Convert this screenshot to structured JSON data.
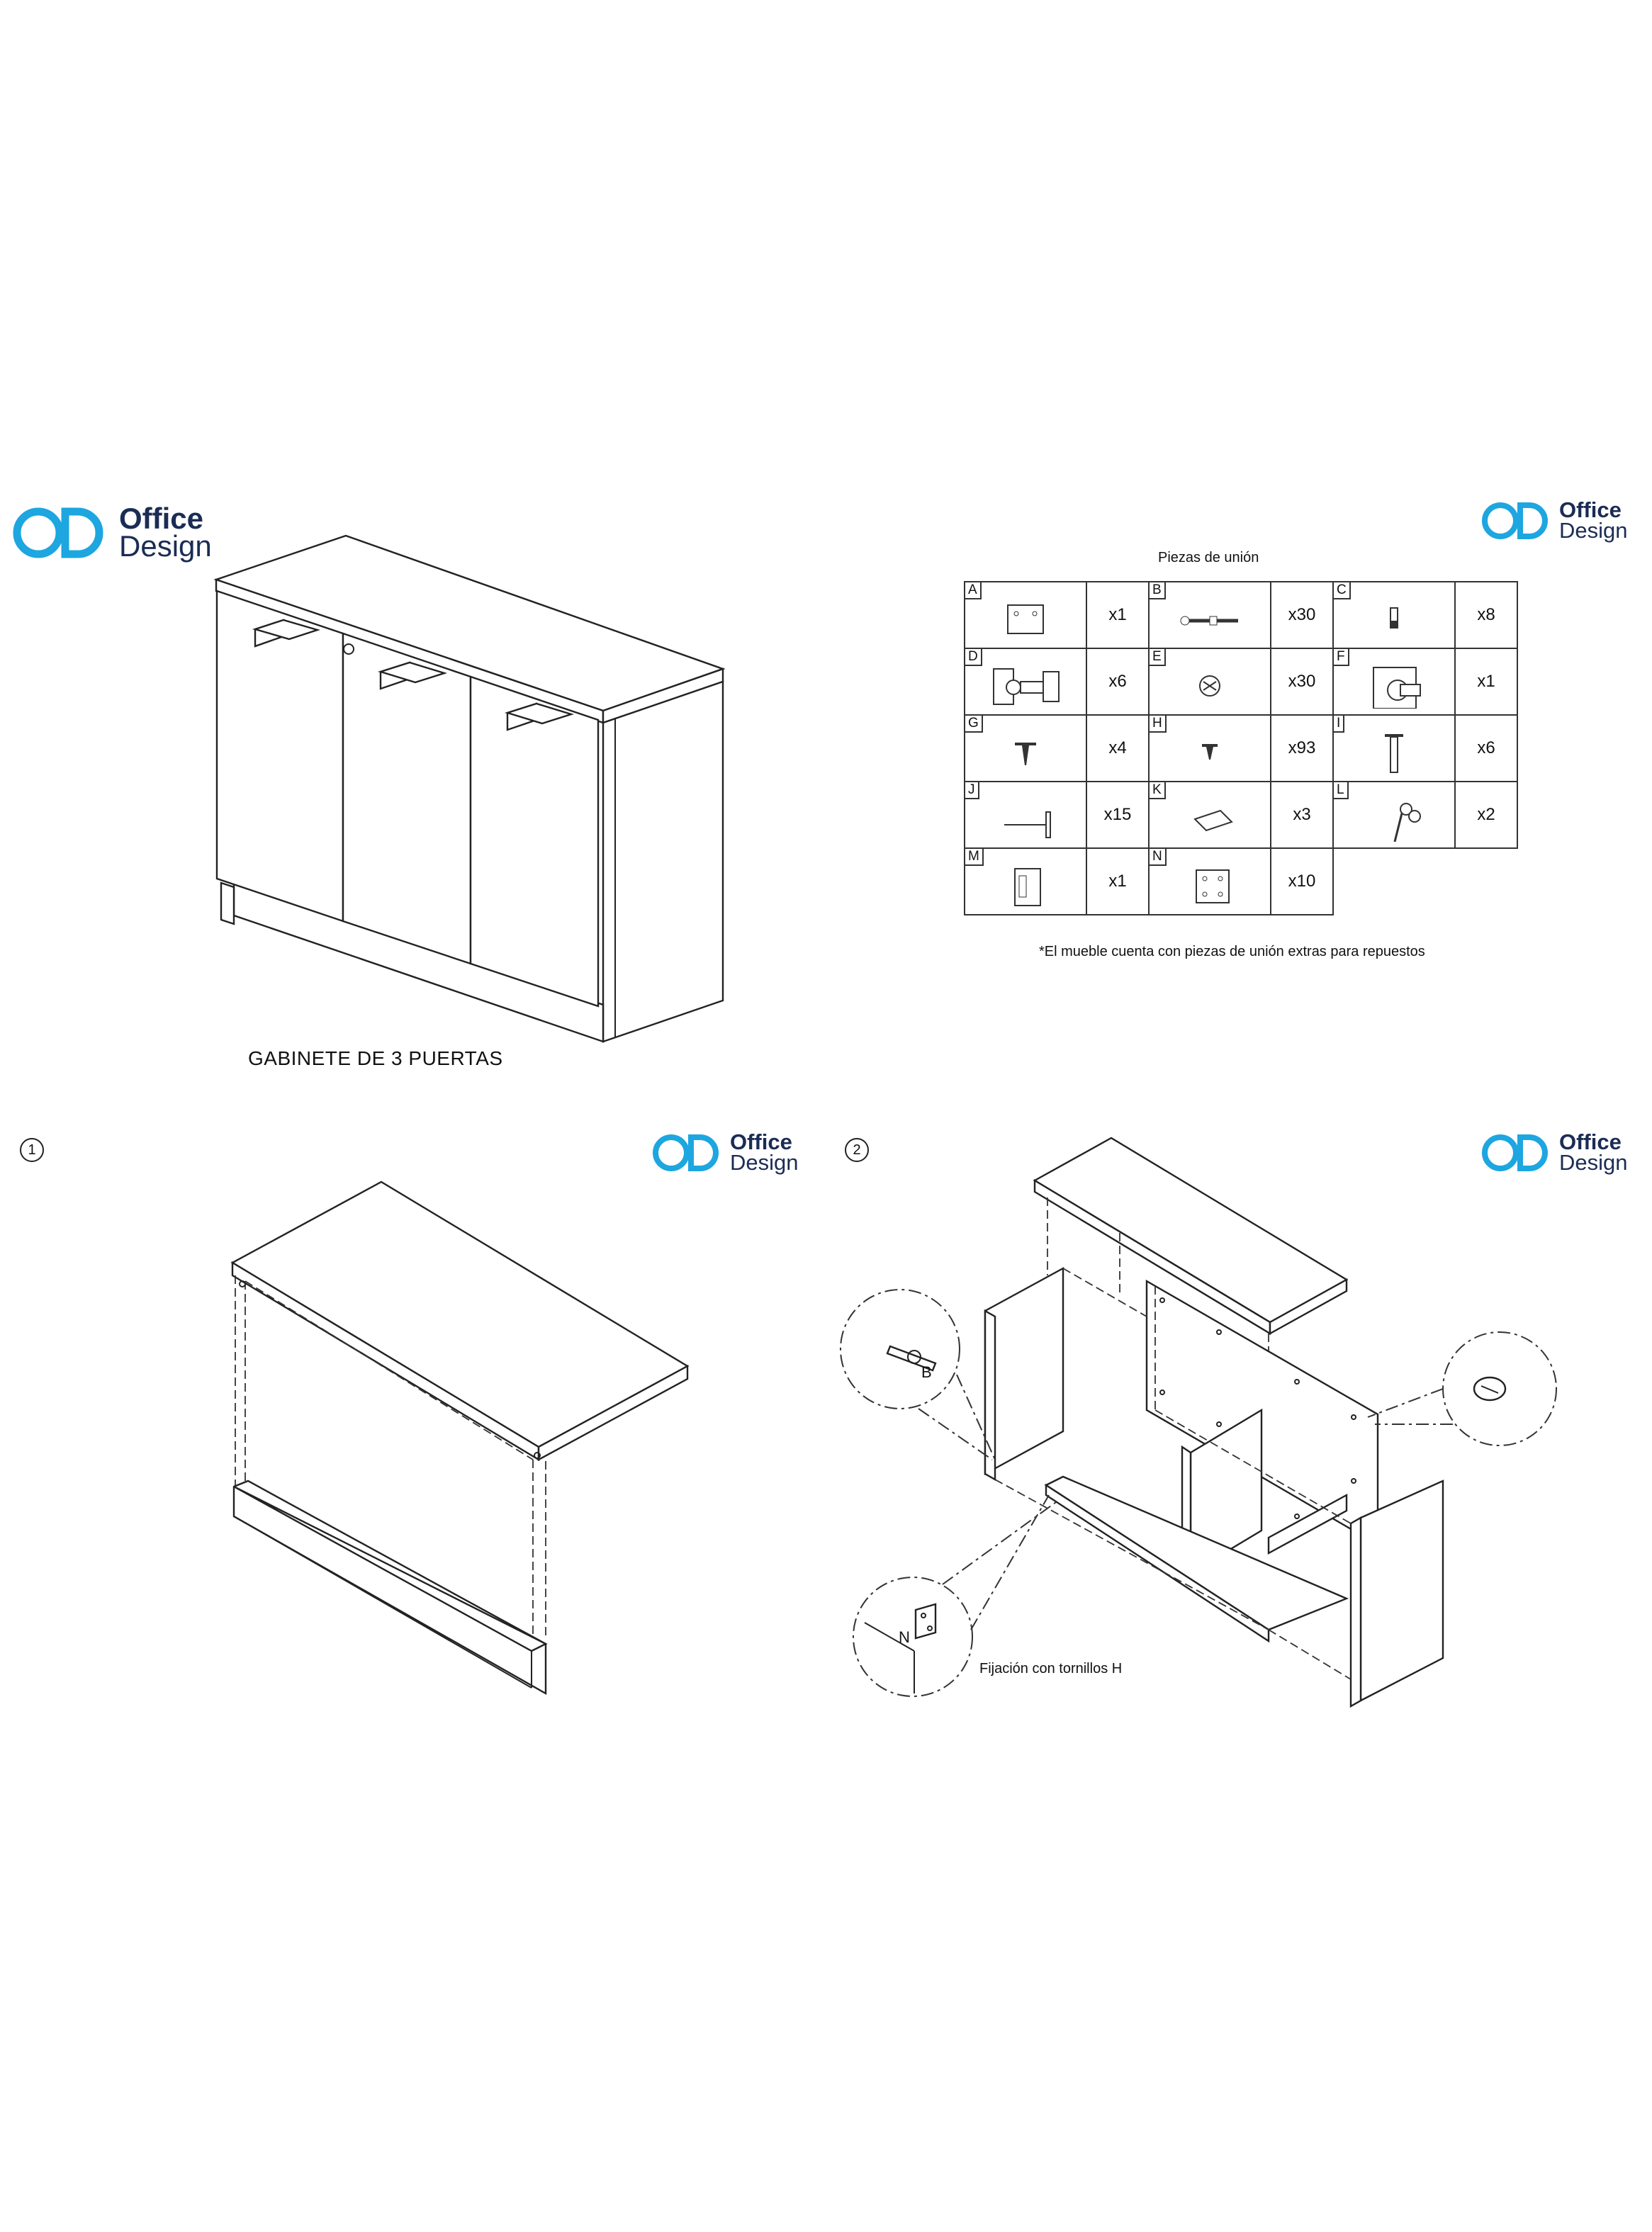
{
  "brand": {
    "word1": "Office",
    "word2": "Design",
    "accent": "#1da6e0",
    "navy": "#1b2c55"
  },
  "product": {
    "title": "GABINETE DE 3 PUERTAS"
  },
  "parts": {
    "heading": "Piezas de unión",
    "rows": [
      [
        {
          "letter": "A",
          "qty": "x1",
          "icon": "plate-icon"
        },
        {
          "letter": "B",
          "qty": "x30",
          "icon": "cam-bolt-icon"
        },
        {
          "letter": "C",
          "qty": "x8",
          "icon": "dowel-icon"
        }
      ],
      [
        {
          "letter": "D",
          "qty": "x6",
          "icon": "hinge-icon"
        },
        {
          "letter": "E",
          "qty": "x30",
          "icon": "cam-lock-icon"
        },
        {
          "letter": "F",
          "qty": "x1",
          "icon": "lock-icon"
        }
      ],
      [
        {
          "letter": "G",
          "qty": "x4",
          "icon": "screw-icon"
        },
        {
          "letter": "H",
          "qty": "x93",
          "icon": "short-screw-icon"
        },
        {
          "letter": "I",
          "qty": "x6",
          "icon": "long-screw-icon"
        }
      ],
      [
        {
          "letter": "J",
          "qty": "x15",
          "icon": "shelf-pin-icon"
        },
        {
          "letter": "K",
          "qty": "x3",
          "icon": "handle-icon"
        },
        {
          "letter": "L",
          "qty": "x2",
          "icon": "key-icon"
        }
      ],
      [
        {
          "letter": "M",
          "qty": "x1",
          "icon": "strike-plate-icon"
        },
        {
          "letter": "N",
          "qty": "x10",
          "icon": "corner-bracket-icon"
        }
      ]
    ],
    "note": "*El mueble cuenta con piezas de unión extras para repuestos"
  },
  "steps": [
    {
      "number": "1"
    },
    {
      "number": "2",
      "callout_b": "B",
      "callout_n": "N",
      "fixing_note": "Fijación con tornillos H"
    }
  ]
}
